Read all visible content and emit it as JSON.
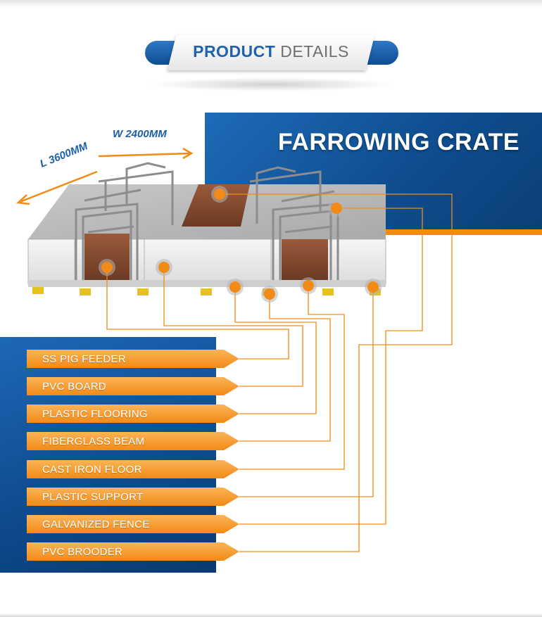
{
  "header": {
    "title_bold": "PRODUCT",
    "title_light": "DETAILS"
  },
  "product": {
    "title": "FARROWING CRATE"
  },
  "dimensions": {
    "length": "L 3600MM",
    "width": "W 2400MM"
  },
  "colors": {
    "blue": "#1562ad",
    "orange": "#f28a16"
  },
  "features": [
    {
      "label": "SS PIG FEEDER"
    },
    {
      "label": "PVC BOARD"
    },
    {
      "label": "PLASTIC FLOORING"
    },
    {
      "label": "FIBERGLASS BEAM"
    },
    {
      "label": "CAST IRON FLOOR"
    },
    {
      "label": "PLASTIC SUPPORT"
    },
    {
      "label": "GALVANIZED FENCE"
    },
    {
      "label": "PVC BROODER"
    }
  ]
}
